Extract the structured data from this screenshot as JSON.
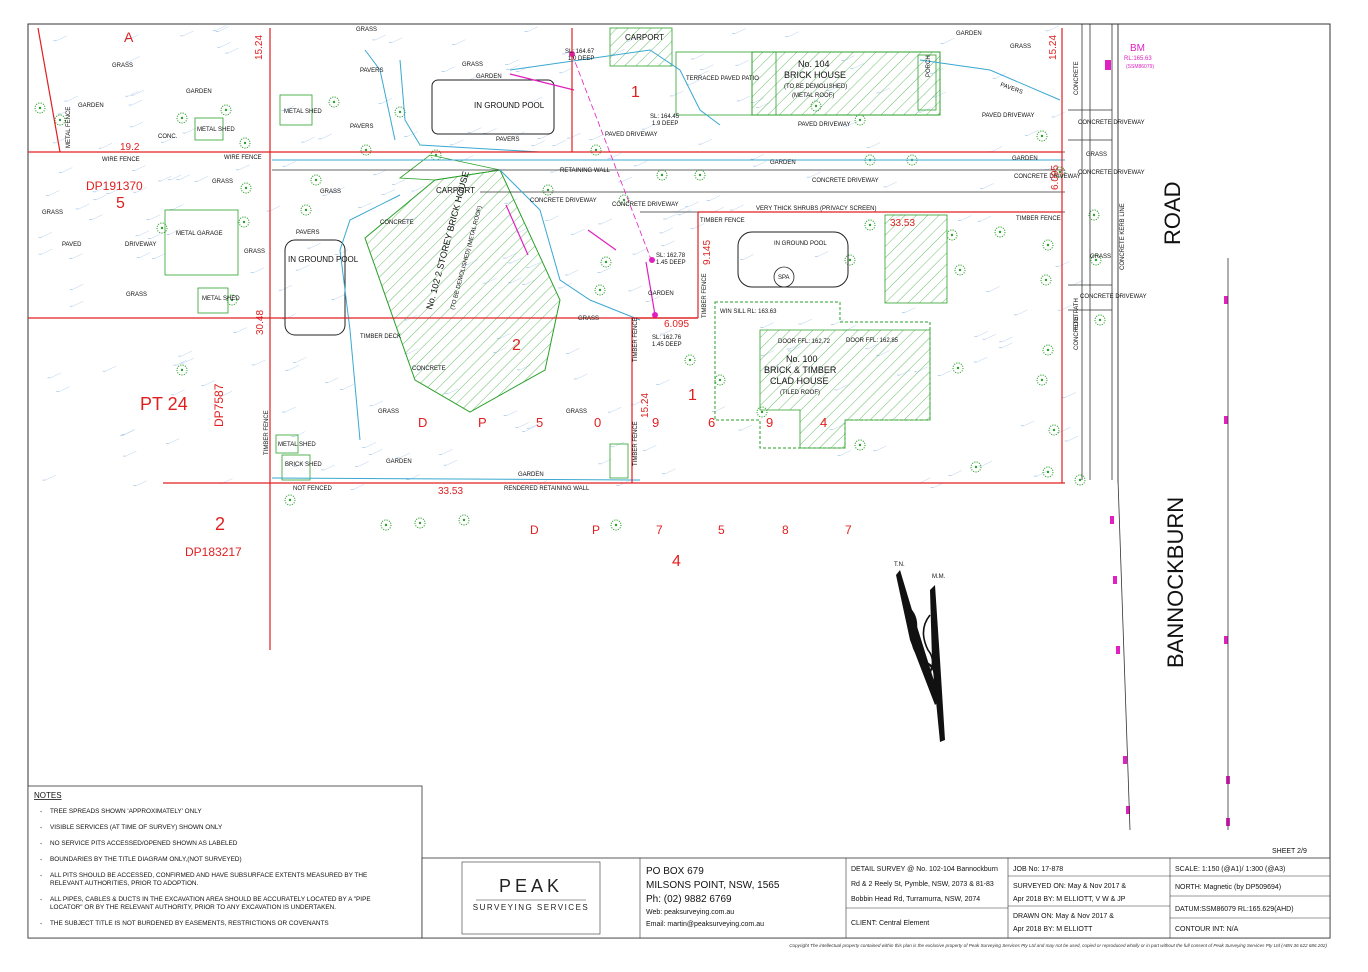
{
  "labels": {
    "lotA": "A",
    "dimTop1": "15.24",
    "dimLeft": "19.2",
    "wireFence1": "WIRE FENCE",
    "wireFence2": "WIRE FENCE",
    "dp191370": "DP191370",
    "lot5": "5",
    "grass": "GRASS",
    "garden": "GARDEN",
    "metalShed": "METAL SHED",
    "metalFence": "METAL FENCE",
    "conc": "CONC.",
    "pavers": "PAVERS",
    "paved": "PAVED",
    "driveway": "DRIVEWAY",
    "metalGarage": "METAL GARAGE",
    "dim3048": "30.48",
    "pt24": "PT 24",
    "dp7587": "DP7587",
    "lot2": "2",
    "dp183217": "DP183217",
    "timberFence": "TIMBER FENCE",
    "brickShed": "BRICK SHED",
    "notFenced": "NOT FENCED",
    "dim3353a": "33.53",
    "renderedWall": "RENDERED RETAINING WALL",
    "inGroundPool": "IN GROUND POOL",
    "carport": "CARPORT",
    "concrete": "CONCRETE",
    "timberDeck": "TIMBER DECK",
    "house102": "No. 102 2 STOREY BRICK HOUSE",
    "house102sub": "(TO BE DEMOLISHED) (METAL ROOF)",
    "lot2b": "2",
    "retainingWall": "RETAINING WALL",
    "concreteDriveway": "CONCRETE DRIVEWAY",
    "dp50969": [
      "D",
      "P",
      "5",
      "0",
      "9",
      "6",
      "9",
      "4"
    ],
    "dp75887": [
      "D",
      "P",
      "7",
      "5",
      "8",
      "7"
    ],
    "lot4": "4",
    "lot1": "1",
    "lot1b": "1",
    "sl1": "SL: 164.67",
    "sl1d": "1.0 DEEP",
    "sl2": "SL: 164.45",
    "sl2d": "1.9 DEEP",
    "sl3": "SL: 162.78",
    "sl3d": "1.45 DEEP",
    "sl4": "SL: 162.76",
    "sl4d": "1.45 DEEP",
    "dim9145": "9.145",
    "dim6095": "6.095",
    "dim1524b": "15.24",
    "house104": "No. 104",
    "house104a": "BRICK HOUSE",
    "house104b": "(TO BE DEMOLISHED)",
    "house104c": "(METAL ROOF)",
    "terraced": "TERRACED PAVED PATIO",
    "pavedDriveway": "PAVED DRIVEWAY",
    "veryThick": "VERY THICK SHRUBS (PRIVACY SCREEN)",
    "dim3353b": "33.53",
    "spa": "SPA",
    "house100": "No. 100",
    "house100a": "BRICK & TIMBER",
    "house100b": "CLAD HOUSE",
    "house100c": "(TILED ROOF)",
    "door1": "DOOR FFL: 162.72",
    "door2": "DOOR FFL: 162.85",
    "winSill": "WIN SILL RL: 163.63",
    "dim1524c": "15.24",
    "dim6095b": "6.095",
    "bm": "BM",
    "bmrl": "RL:165.63",
    "bmssm": "(SSM86079)",
    "footpath": "FOOTPATH",
    "concreteKerb": "CONCRETE KERB LINE",
    "road": "ROAD",
    "bannockburn": "BANNOCKBURN",
    "tn": "T.N.",
    "mm": "M.M.",
    "porch": "PORCH"
  },
  "notes": {
    "title": "NOTES",
    "items": [
      "TREE SPREADS SHOWN 'APPROXIMATELY' ONLY",
      "VISIBLE SERVICES (AT TIME OF SURVEY) SHOWN ONLY",
      "NO SERVICE PITS ACCESSED/OPENED SHOWN AS LABELED",
      "BOUNDARIES  BY THE TITLE DIAGRAM ONLY,(NOT SURVEYED)",
      "ALL PITS SHOULD BE ACCESSED, CONFIRMED AND HAVE SUBSURFACE EXTENTS MEASURED BY THE|RELEVANT AUTHORITIES, PRIOR TO ADOPTION.",
      "ALL PIPES, CABLES & DUCTS IN THE EXCAVATION AREA SHOULD BE ACCURATELY LOCATED BY A \"PIPE|LOCATOR\" OR BY THE RELEVANT AUTHORITY, PRIOR TO ANY EXCAVATION IS UNDERTAKEN.",
      "THE SUBJECT TITLE IS NOT BURDENED BY EASEMENTS, RESTRICTIONS OR COVENANTS"
    ]
  },
  "titleblock": {
    "sheet": "SHEET 2/9",
    "logo": "PEAK",
    "logoSub": "SURVEYING  SERVICES",
    "address1": "PO BOX 679",
    "address2": "MILSONS POINT, NSW, 1565",
    "phone": "Ph:  (02) 9882 6769",
    "web": "Web:  peaksurveying.com.au",
    "email": "Email: martin@peaksurveying.com.au",
    "desc1": "DETAIL SURVEY @ No. 102-104 Bannockburn",
    "desc2": "Rd & 2 Reely St, Pymble, NSW, 2073 & 81-83",
    "desc3": "Bobbin Head Rd, Turramurra, NSW, 2074",
    "client": "CLIENT:  Central Element",
    "job": "JOB No: 17-878",
    "surveyed1": "SURVEYED ON: May & Nov 2017 &",
    "surveyed2": "Apr 2018 BY: M ELLIOTT, V W & JP",
    "drawn1": "DRAWN ON: May & Nov 2017 &",
    "drawn2": "Apr 2018 BY: M ELLIOTT",
    "scale": "SCALE: 1:150 (@A1)/ 1:300 (@A3)",
    "north": "NORTH: Magnetic (by DP509694)",
    "datum": "DATUM:SSM86079 RL:165.629(AHD)",
    "contour": "CONTOUR INT: N/A",
    "copyright": "Copyright  The intellectual property contained within this plan is the exclusive property of Peak Surveying Services Pty Ltd and may not be used, copied or reproduced wholly or in part without the full consent of Peak Surveying Services Pty Ltd (ABN 36 622 686 202)"
  },
  "colors": {
    "boundary": "#e02020",
    "vegetation": "#2aa02a",
    "services": "#3aa8d0",
    "sewer": "#e020c0",
    "lineDark": "#222222"
  }
}
